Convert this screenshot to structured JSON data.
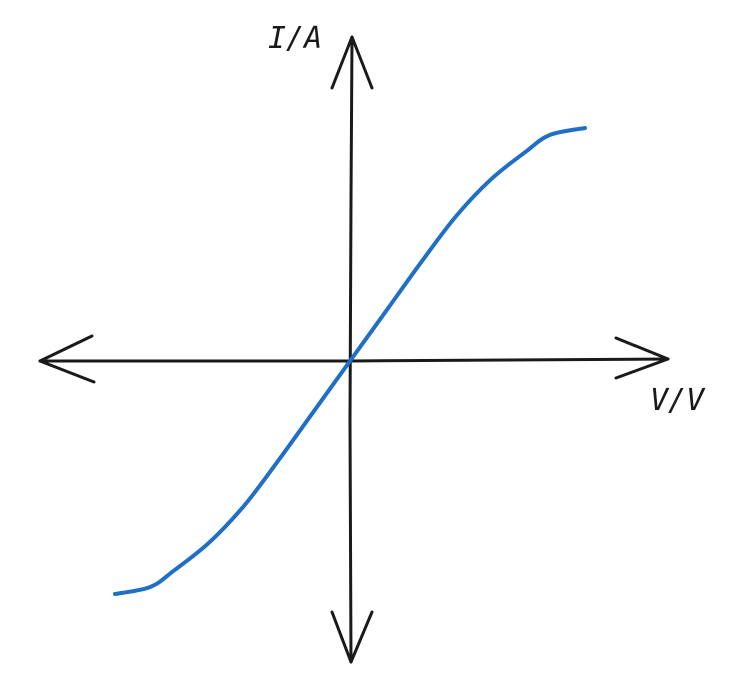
{
  "chart_data": {
    "type": "line",
    "title": "",
    "xlabel": "V/V",
    "ylabel": "I/A",
    "grid": false,
    "legend": "none",
    "xlim": [
      -1,
      1
    ],
    "ylim": [
      -1,
      1
    ],
    "series": [
      {
        "color": "#1f6fc5",
        "x": [
          -1.0,
          -0.85,
          -0.75,
          -0.6,
          -0.45,
          -0.3,
          -0.15,
          0.0,
          0.15,
          0.3,
          0.45,
          0.6,
          0.75,
          0.85,
          1.0
        ],
        "y": [
          -1.0,
          -0.97,
          -0.9,
          -0.78,
          -0.62,
          -0.42,
          -0.21,
          0.0,
          0.21,
          0.42,
          0.62,
          0.78,
          0.9,
          0.97,
          1.0
        ]
      }
    ]
  },
  "colors": {
    "axis": "#1a1a1a",
    "curve": "#1f6fc5",
    "background": "#ffffff"
  }
}
